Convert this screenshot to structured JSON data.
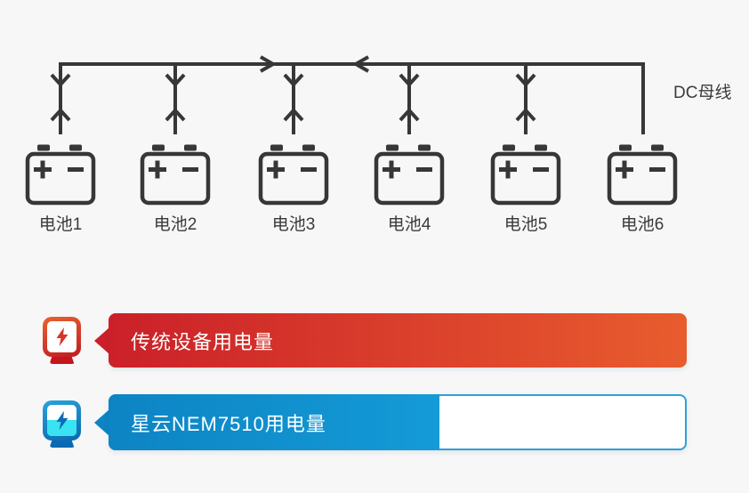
{
  "page": {
    "background_color": "#f7f7f8"
  },
  "diagram": {
    "bus_label": "DC母线",
    "line_color": "#373737",
    "batteries": [
      {
        "label": "电池1"
      },
      {
        "label": "电池2"
      },
      {
        "label": "电池3"
      },
      {
        "label": "电池4"
      },
      {
        "label": "电池5"
      },
      {
        "label": "电池6"
      }
    ]
  },
  "legend": {
    "rows": [
      {
        "label": "传统设备用电量",
        "fill_percent": 100,
        "fill_color_start": "#cb2029",
        "fill_color_end": "#e85c2e",
        "notch_color": "#cb2029",
        "track_border_color": "transparent",
        "icon": {
          "name": "power-meter-lightning-icon",
          "frame_color_start": "#e9632e",
          "frame_color_end": "#c01a21",
          "bolt_color": "#d7342a",
          "foot_color": "#c4161d"
        }
      },
      {
        "label": "星云NEM7510用电量",
        "fill_percent": 57,
        "fill_color_start": "#0d84c4",
        "fill_color_end": "#149bd7",
        "notch_color": "#0d84c4",
        "track_border_color": "#2aa2dc",
        "icon": {
          "name": "power-meter-lightning-icon",
          "frame_color_start": "#2aa4de",
          "frame_color_end": "#0a67ae",
          "bolt_color": "#0a6cb6",
          "liquid_color": "#3ae2f2",
          "foot_color": "#0a6ab2"
        }
      }
    ]
  }
}
